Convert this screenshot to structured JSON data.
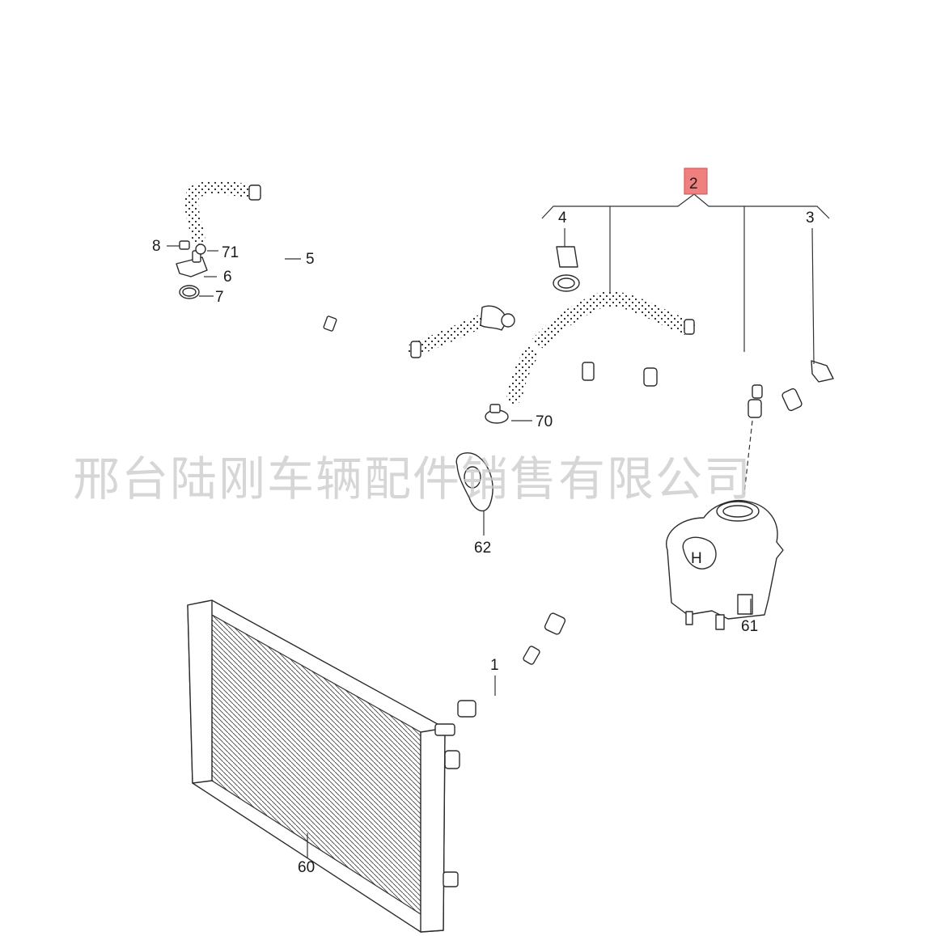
{
  "watermark": "邢台陆刚车辆配件销售有限公司",
  "callouts": {
    "c1": "1",
    "c2": "2",
    "c3": "3",
    "c4": "4",
    "c5": "5",
    "c6": "6",
    "c7": "7",
    "c8": "8",
    "c60": "60",
    "c61": "61",
    "c62": "62",
    "c70": "70",
    "c71": "71",
    "tank_cap_letter": "H"
  },
  "colors": {
    "highlight_box": "#f08080",
    "line": "#2b2b2b",
    "watermark": "#c9c9c9"
  }
}
